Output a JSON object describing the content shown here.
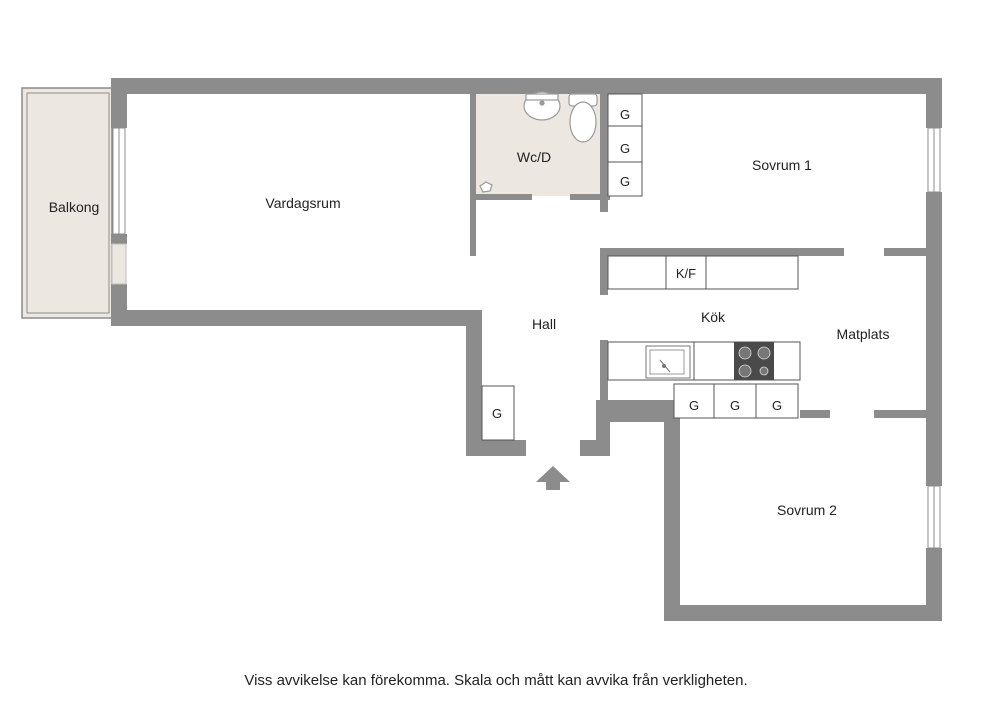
{
  "rooms": {
    "balkong": "Balkong",
    "vardagsrum": "Vardagsrum",
    "wcd": "Wc/D",
    "sovrum1": "Sovrum 1",
    "hall": "Hall",
    "kok": "Kök",
    "matplats": "Matplats",
    "sovrum2": "Sovrum 2"
  },
  "fixtures": {
    "closet": "G",
    "fridge_freezer": "K/F"
  },
  "disclaimer": "Viss avvikelse kan förekomma. Skala och mått kan avvika från verkligheten.",
  "colors": {
    "wall": "#8c8c8c",
    "wet_room_floor": "#ece7e1",
    "balcony_floor": "#ece7e1",
    "background": "#ffffff"
  }
}
